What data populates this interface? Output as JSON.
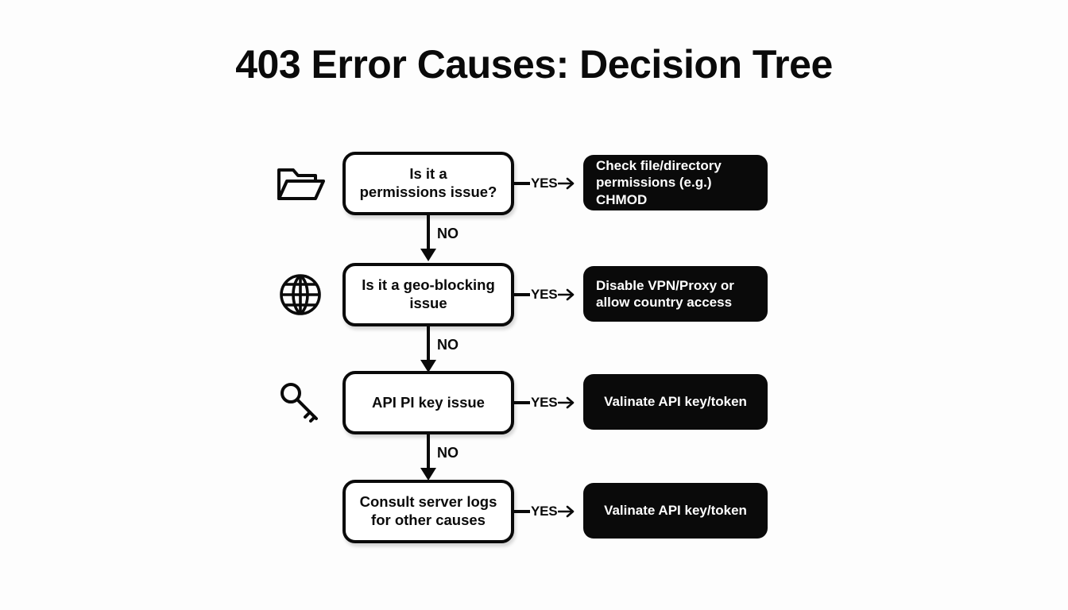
{
  "title": "403 Error Causes: Decision Tree",
  "colors": {
    "background": "#fdfdfd",
    "ink": "#0a0a0a",
    "node_fill": "#ffffff",
    "action_fill": "#0a0a0a",
    "action_text": "#ffffff"
  },
  "labels": {
    "yes": "YES",
    "no": "NO"
  },
  "rows": [
    {
      "icon": "folder-open-icon",
      "question": "Is it a\npermissions issue?",
      "question_line1": "Is it a",
      "question_line2": "permissions issue?",
      "yes": "YES",
      "action_line1": "Check file/directory",
      "action_line2": "permissions (e.g.) CHMOD",
      "no": "NO"
    },
    {
      "icon": "globe-icon",
      "question": "Is it a geo-blocking\nissue",
      "question_line1": "Is it a geo-blocking",
      "question_line2": "issue",
      "yes": "YES",
      "action_line1": "Disable VPN/Proxy or",
      "action_line2": "allow country access",
      "no": "NO"
    },
    {
      "icon": "key-icon",
      "question": "API PI key issue",
      "question_line1": "API PI key issue",
      "question_line2": "",
      "yes": "YES",
      "action_line1": "Valinate API key/token",
      "action_line2": "",
      "no": "NO"
    },
    {
      "icon": "",
      "question": "Consult server logs\nfor other causes",
      "question_line1": "Consult server logs",
      "question_line2": "for other causes",
      "yes": "YES",
      "action_line1": "Valinate API key/token",
      "action_line2": "",
      "no": ""
    }
  ]
}
